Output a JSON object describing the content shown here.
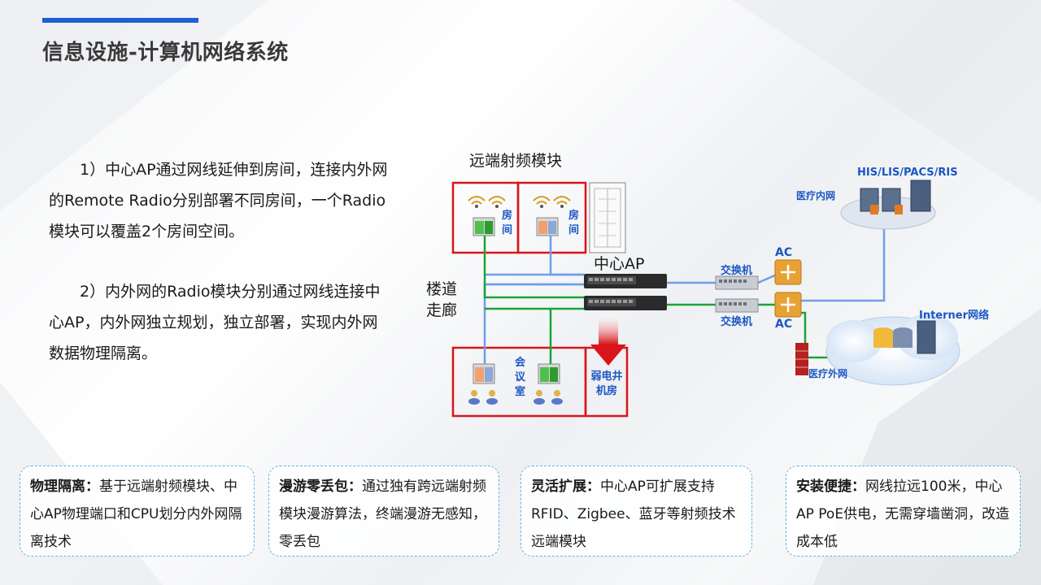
{
  "slide": {
    "title": "信息设施-计算机网络系统"
  },
  "paragraphs": [
    "1）中心AP通过网线延伸到房间，连接内外网的Remote Radio分别部署不同房间，一个Radio模块可以覆盖2个房间空间。",
    "2）内外网的Radio模块分别通过网线连接中心AP，内外网独立规划，独立部署，实现内外网数据物理隔离。"
  ],
  "diagram": {
    "remote_radio_label": "远端射频模块",
    "room_label": "房间",
    "corridor_label": "楼道走廊",
    "central_ap_label": "中心AP",
    "meeting_room_label": "会议室",
    "weak_current_room_label": "弱电井机房",
    "switch_label": "交换机",
    "ac_label": "AC",
    "his_label": "HIS/LIS/PACS/RIS",
    "intranet_label": "医疗内网",
    "internet_label": "Interner网络",
    "extranet_label": "医疗外网",
    "colors": {
      "intranet_line": "#6f9ee8",
      "extranet_line": "#1aa33a",
      "room_border": "#d9141b",
      "label_blue": "#1b56c4"
    }
  },
  "cards": [
    {
      "head": "物理隔离：",
      "body": "基于远端射频模块、中心AP物理端口和CPU划分内外网隔离技术"
    },
    {
      "head": "漫游零丢包：",
      "body": "通过独有跨远端射频模块漫游算法，终端漫游无感知，零丢包"
    },
    {
      "head": "灵活扩展：",
      "body": "中心AP可扩展支持RFID、Zigbee、蓝牙等射频技术远端模块"
    },
    {
      "head": "安装便捷：",
      "body": "网线拉远100米，中心AP PoE供电，无需穿墙凿洞，改造成本低"
    }
  ]
}
